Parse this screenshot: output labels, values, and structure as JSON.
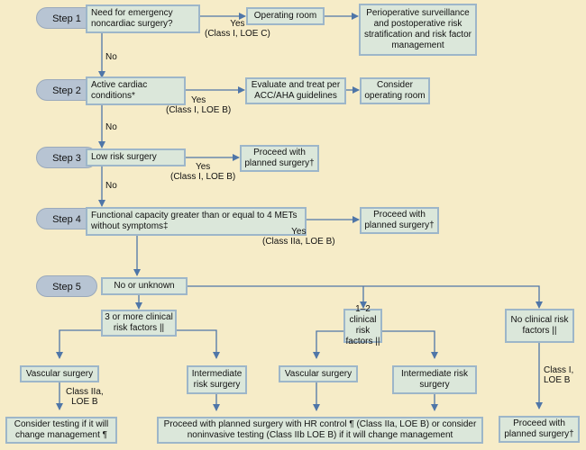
{
  "steps": [
    "Step 1",
    "Step 2",
    "Step 3",
    "Step 4",
    "Step 5"
  ],
  "boxes": {
    "emergency": "Need for emergency noncardiac surgery?",
    "operating_room": "Operating room",
    "periop": "Perioperative surveillance and postoperative risk stratification and risk factor management",
    "active": "Active cardiac conditions*",
    "evaluate": "Evaluate and treat per ACC/AHA guidelines",
    "consider_or": "Consider operating room",
    "low_risk": "Low risk surgery",
    "proceed3": "Proceed with planned surgery†",
    "functional": "Functional capacity greater than or equal to 4 METs without symptoms‡",
    "proceed4": "Proceed with planned surgery†",
    "no_unknown": "No or unknown",
    "three_more": "3 or more clinical risk factors ||",
    "one_two": "1–2 clinical risk factors ||",
    "no_clinical": "No clinical risk factors ||",
    "vascular_a": "Vascular surgery",
    "intermediate_a": "Intermediate risk surgery",
    "vascular_b": "Vascular surgery",
    "intermediate_b": "Intermediate risk surgery",
    "consider_testing": "Consider testing if it will change management ¶",
    "proceed_hr": "Proceed with planned surgery with HR control ¶ (Class IIa, LOE B) or consider noninvasive testing (Class IIb LOE B) if it will change management",
    "proceed5": "Proceed with planned surgery†"
  },
  "labels": {
    "yes1": "Yes\n(Class I, LOE C)",
    "no1": "No",
    "yes2": "Yes\n(Class I, LOE B)",
    "no2": "No",
    "yes3": "Yes\n(Class I, LOE B)",
    "no3": "No",
    "yes4": "Yes\n(Class IIa, LOE B)",
    "class2a": "Class IIa,\nLOE B",
    "class1": "Class I,\nLOE B"
  },
  "colors": {
    "background": "#f6ecc8",
    "box_fill": "#dbe7da",
    "box_border": "#9db6c9",
    "step_fill": "#b7c4d3",
    "line": "#4f76a8"
  }
}
